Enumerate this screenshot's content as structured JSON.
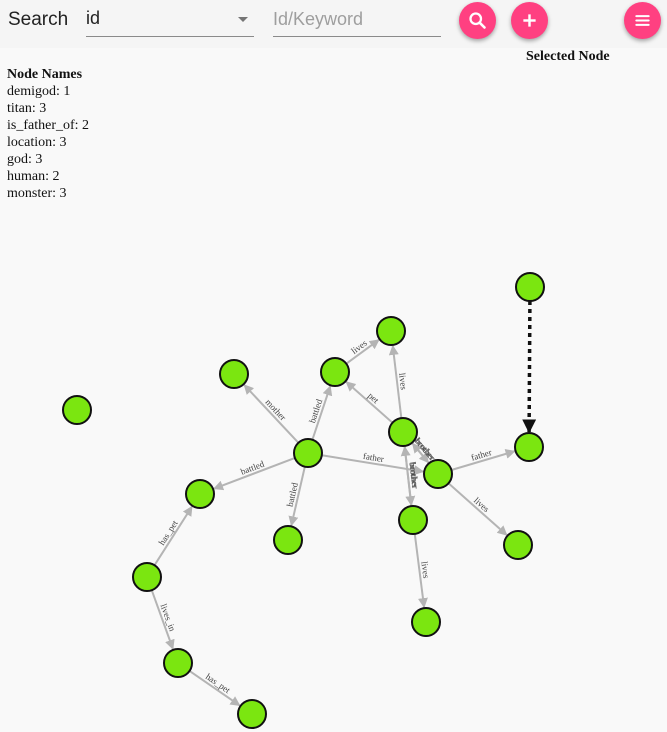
{
  "toolbar": {
    "search_label": "Search",
    "field_select": {
      "value": "id"
    },
    "keyword_input": {
      "placeholder": "Id/Keyword",
      "value": ""
    },
    "search_icon": "search-icon",
    "add_icon": "plus-icon",
    "menu_icon": "menu-icon",
    "accent_color": "#ff4081"
  },
  "legend": {
    "title": "Node Names",
    "items": [
      {
        "name": "demigod",
        "count": 1,
        "text": "demigod: 1"
      },
      {
        "name": "titan",
        "count": 3,
        "text": "titan: 3"
      },
      {
        "name": "is_father_of",
        "count": 2,
        "text": "is_father_of: 2"
      },
      {
        "name": "location",
        "count": 3,
        "text": "location: 3"
      },
      {
        "name": "god",
        "count": 3,
        "text": "god: 3"
      },
      {
        "name": "human",
        "count": 2,
        "text": "human: 2"
      },
      {
        "name": "monster",
        "count": 3,
        "text": "monster: 3"
      }
    ]
  },
  "selected_panel": {
    "title": "Selected Node"
  },
  "graph": {
    "node_color": "#7be610",
    "edge_color": "#b4b4b4",
    "highlight_edge_color": "#111111",
    "nodes": [
      "n1",
      "n2",
      "n3",
      "n4",
      "n5",
      "n6",
      "n7",
      "n8",
      "n9",
      "n10",
      "n11",
      "n12",
      "n13",
      "n14",
      "n15",
      "n16",
      "n17",
      "n18"
    ],
    "edges": [
      {
        "from": "n7",
        "to": "n5",
        "label": "mother"
      },
      {
        "from": "n7",
        "to": "n4",
        "label": "battled"
      },
      {
        "from": "n7",
        "to": "n9",
        "label": "battled"
      },
      {
        "from": "n7",
        "to": "n11",
        "label": "battled"
      },
      {
        "from": "n7",
        "to": "n12",
        "label": "father"
      },
      {
        "from": "n4",
        "to": "n3",
        "label": "lives"
      },
      {
        "from": "n8",
        "to": "n4",
        "label": "pet"
      },
      {
        "from": "n8",
        "to": "n3",
        "label": "lives"
      },
      {
        "from": "n8",
        "to": "n12",
        "label": "brother"
      },
      {
        "from": "n8",
        "to": "n13",
        "label": "brother"
      },
      {
        "from": "n12",
        "to": "n8",
        "label": "brother"
      },
      {
        "from": "n13",
        "to": "n8",
        "label": "brother"
      },
      {
        "from": "n12",
        "to": "n10",
        "label": "father"
      },
      {
        "from": "n12",
        "to": "n14",
        "label": "lives"
      },
      {
        "from": "n13",
        "to": "n16",
        "label": "lives"
      },
      {
        "from": "n15",
        "to": "n9",
        "label": "has_pet"
      },
      {
        "from": "n15",
        "to": "n17",
        "label": "lives_in"
      },
      {
        "from": "n17",
        "to": "n18",
        "label": "has_pet"
      },
      {
        "from": "n1",
        "to": "n10",
        "label": "",
        "highlight": true
      }
    ]
  }
}
